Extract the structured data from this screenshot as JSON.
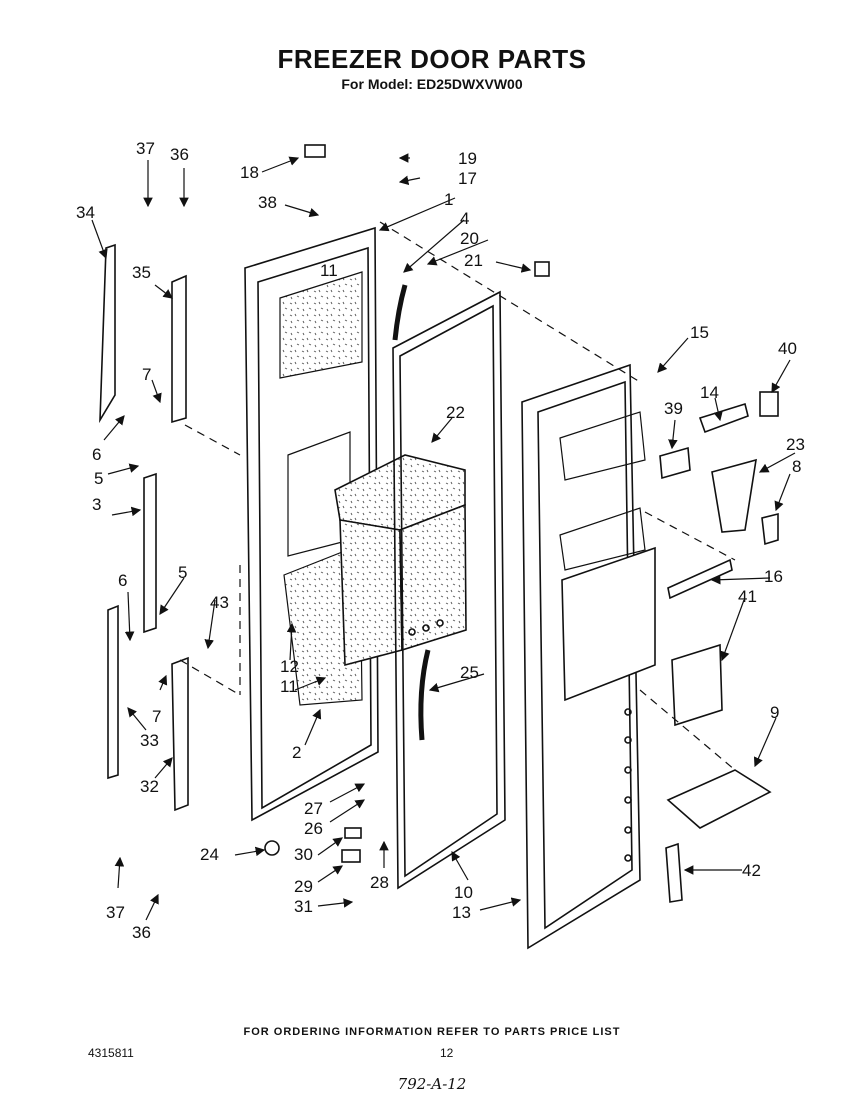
{
  "title": "FREEZER DOOR PARTS",
  "subtitle": "For Model: ED25DWXVW00",
  "footer_note": "FOR ORDERING INFORMATION REFER TO PARTS PRICE LIST",
  "document_number": "4315811",
  "page_number": "12",
  "handwritten_note": "792-A-12",
  "callouts": [
    "1",
    "2",
    "3",
    "4",
    "5",
    "5",
    "6",
    "6",
    "7",
    "7",
    "8",
    "9",
    "10",
    "11",
    "11",
    "12",
    "13",
    "14",
    "15",
    "16",
    "17",
    "18",
    "19",
    "20",
    "21",
    "22",
    "23",
    "24",
    "25",
    "26",
    "27",
    "28",
    "29",
    "30",
    "31",
    "32",
    "33",
    "34",
    "35",
    "36",
    "36",
    "37",
    "37",
    "38",
    "39",
    "40",
    "41",
    "42",
    "43"
  ]
}
